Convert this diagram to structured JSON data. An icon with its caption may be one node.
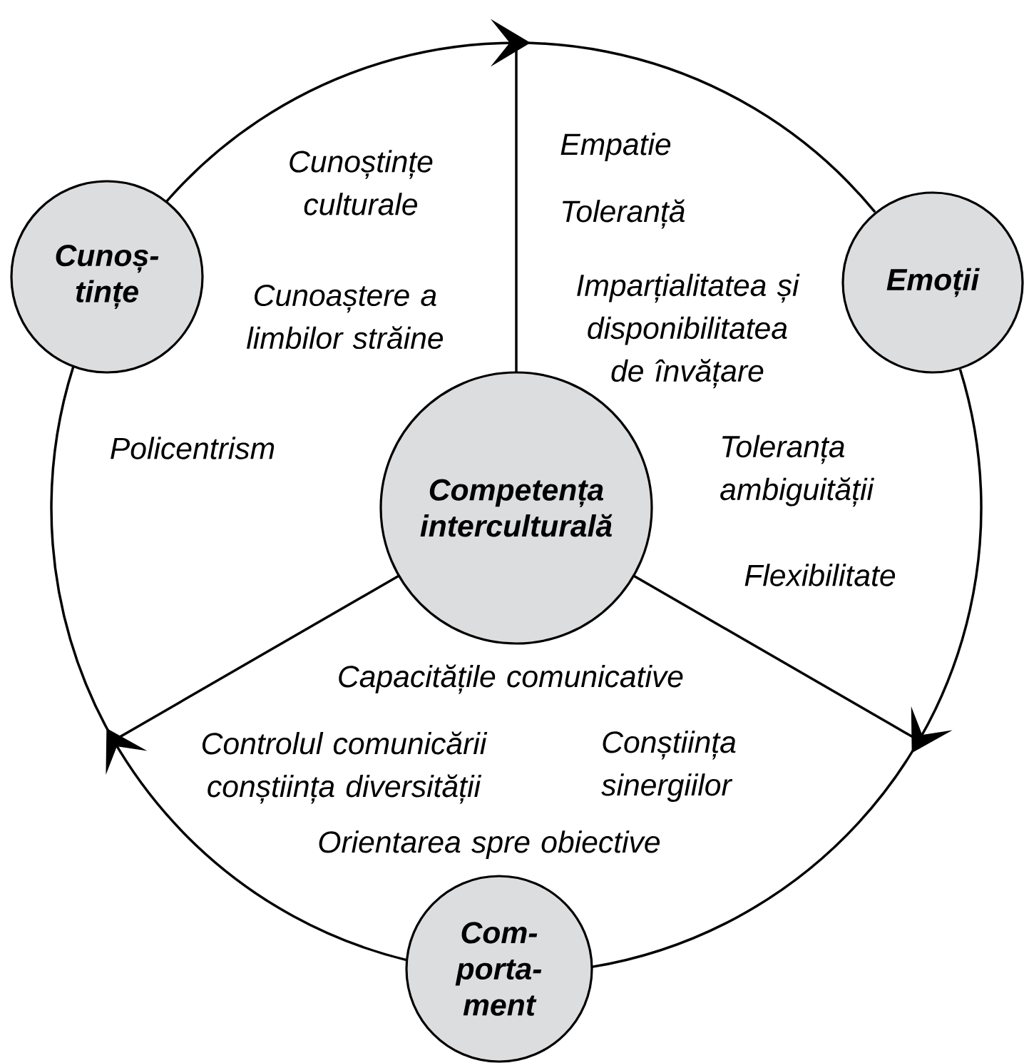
{
  "diagram": {
    "nodes": [
      {
        "text": [
          "Cunoș- tințe"
        ]
      },
      {
        "text": [
          "Emoții"
        ]
      },
      {
        "text": [
          "Competența interculturală"
        ]
      },
      {
        "text": [
          "Com- porta- ment"
        ]
      }
    ],
    "edges": [
      {
        "from": 2,
        "to": null,
        "arrow": "to"
      },
      {
        "from": 2,
        "to": null,
        "arrow": "to"
      },
      {
        "from": 2,
        "to": null,
        "arrow": "to"
      },
      {
        "from": 0,
        "to": 1,
        "arrow": "none"
      },
      {
        "from": 1,
        "to": 3,
        "arrow": "none"
      },
      {
        "from": 3,
        "to": 0,
        "arrow": "none"
      }
    ],
    "labels": [
      "Empatie",
      "Cunoștințe culturale",
      "Toleranță",
      "Cunoaștere a limbilor străine",
      "Imparțialitatea și disponibilitatea de învățare",
      "Policentrism",
      "Toleranța ambiguității",
      "Flexibilitate",
      "Capacitățile comunicative",
      "Controlul comunicării conștiința diversității",
      "Conștiința sinergiilor",
      "Orientarea spre obiective"
    ]
  }
}
